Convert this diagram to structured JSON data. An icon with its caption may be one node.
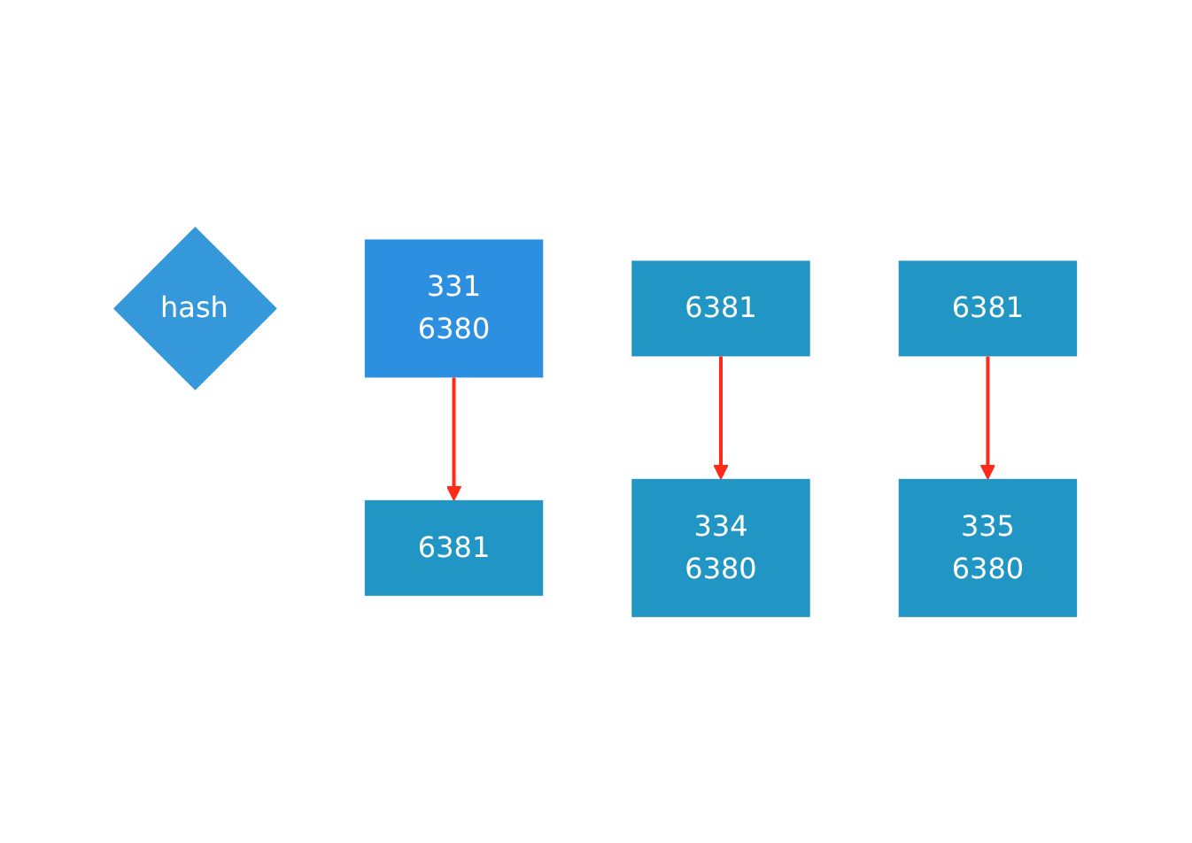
{
  "diagram": {
    "nodes": [
      {
        "text": [
          "hash"
        ]
      },
      {
        "text": [
          "331",
          "6380"
        ]
      },
      {
        "text": [
          "334",
          "6380"
        ]
      },
      {
        "text": [
          "335",
          "6380"
        ]
      },
      {
        "text": [
          "6381"
        ]
      },
      {
        "text": [
          "6381"
        ]
      },
      {
        "text": [
          "6381"
        ]
      }
    ],
    "edges": [
      {
        "from": 1,
        "to": 6,
        "arrow": "to"
      },
      {
        "from": 4,
        "to": 2,
        "arrow": "to"
      },
      {
        "from": 5,
        "to": 3,
        "arrow": "to"
      }
    ]
  }
}
